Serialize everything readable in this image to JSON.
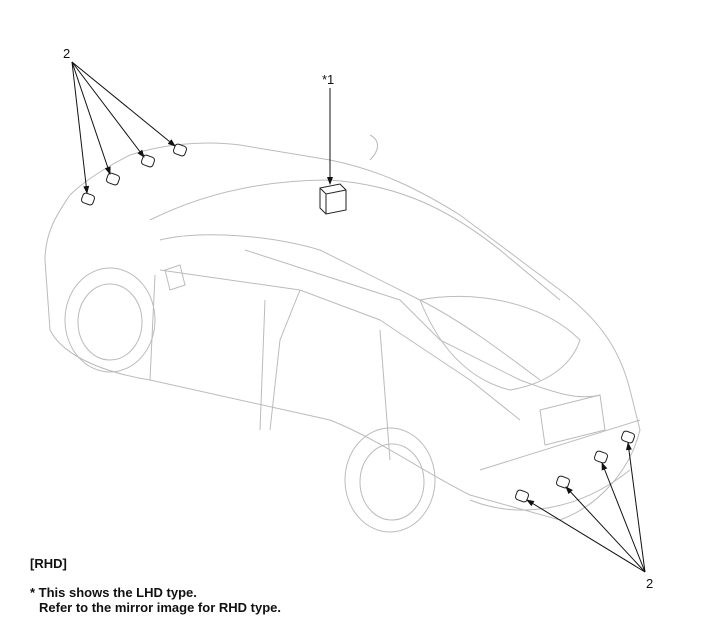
{
  "callouts": {
    "sensor_front_label": "2",
    "module_label": "*1",
    "sensor_rear_label": "2"
  },
  "notes": {
    "variant": "[RHD]",
    "line1": "* This shows the LHD type.",
    "line2": "Refer to the mirror image for RHD type."
  }
}
